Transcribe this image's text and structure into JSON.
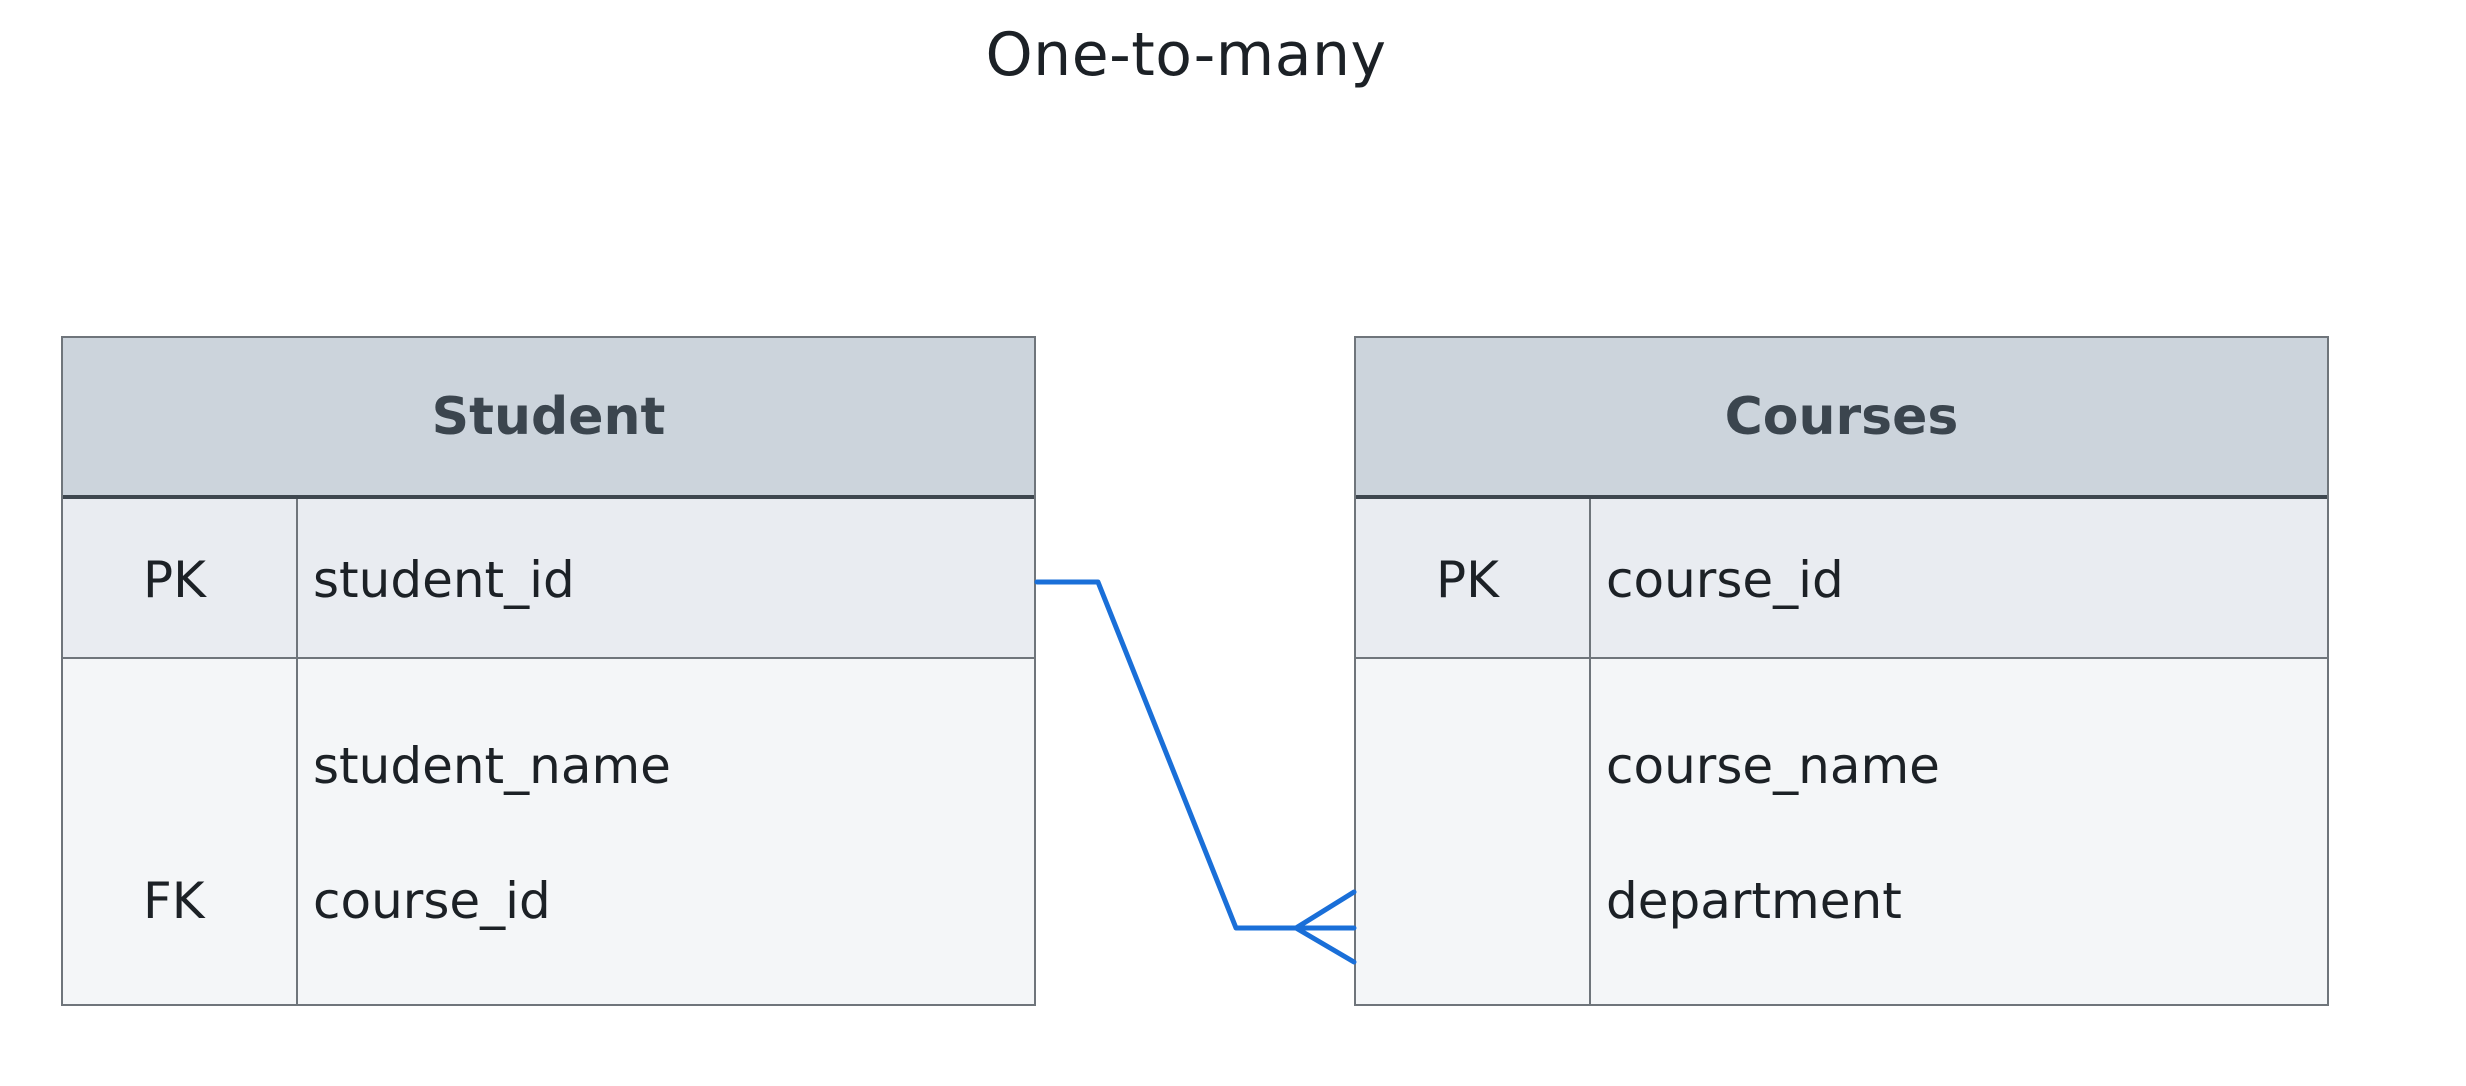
{
  "title": "One-to-many",
  "colors": {
    "header_bg": "#ccd4dc",
    "pk_row_bg": "#e9ecf1",
    "body_bg": "#f4f6f8",
    "border": "#6f757b",
    "relationship_line": "#1a6fd8"
  },
  "entities": {
    "student": {
      "name": "Student",
      "pk": {
        "key": "PK",
        "field": "student_id"
      },
      "attributes": [
        {
          "key": "",
          "field": "student_name"
        },
        {
          "key": "FK",
          "field": "course_id"
        }
      ]
    },
    "courses": {
      "name": "Courses",
      "pk": {
        "key": "PK",
        "field": "course_id"
      },
      "attributes": [
        {
          "key": "",
          "field": "course_name"
        },
        {
          "key": "",
          "field": "department"
        }
      ]
    }
  },
  "relationship": {
    "from": "Student",
    "to": "Courses",
    "from_end": "one",
    "to_end": "many"
  }
}
